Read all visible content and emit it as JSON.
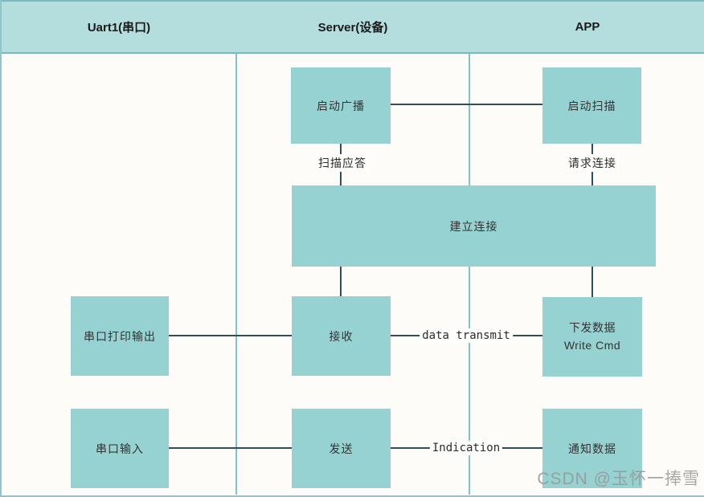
{
  "header": {
    "columns": [
      {
        "label": "Uart1(串口)"
      },
      {
        "label": "Server(设备)"
      },
      {
        "label": "APP"
      }
    ]
  },
  "nodes": {
    "start_broadcast": {
      "label": "启动广播"
    },
    "start_scan": {
      "label": "启动扫描"
    },
    "establish_connection": {
      "label": "建立连接"
    },
    "uart_print_output": {
      "label": "串口打印输出"
    },
    "receive": {
      "label": "接收"
    },
    "write_cmd": {
      "label": "下发数据",
      "sublabel": "Write Cmd"
    },
    "uart_input": {
      "label": "串口输入"
    },
    "send": {
      "label": "发送"
    },
    "notify_data": {
      "label": "通知数据"
    }
  },
  "edge_labels": {
    "scan_response": "扫描应答",
    "request_connect": "请求连接",
    "data_transmit": "data transmit",
    "indication": "Indication"
  },
  "watermark": {
    "text": "CSDN @玉怀一捧雪"
  },
  "colors": {
    "page_bg": "#fdfcf8",
    "header_bg": "#b3dedd",
    "node_fill": "#96d2d1",
    "lane_line": "#85c2c6",
    "connector_line": "#2f4e55",
    "watermark_text": "#969696"
  }
}
